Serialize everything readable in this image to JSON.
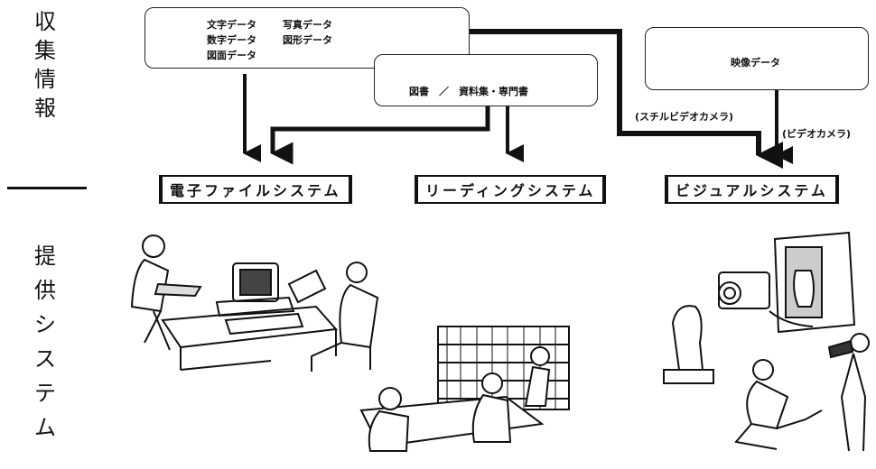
{
  "left_labels": {
    "collect": [
      "収",
      "集",
      "情",
      "報"
    ],
    "provide": [
      "提",
      "供",
      "シ",
      "ス",
      "テ",
      "ム"
    ]
  },
  "data_box": {
    "items": [
      "文字データ",
      "写真データ",
      "数字データ",
      "図形データ",
      "図面データ"
    ]
  },
  "book_box": {
    "label": "図書　／　資料集・専門書"
  },
  "video_box": {
    "label": "映像データ"
  },
  "notes": {
    "still_camera": "(スチルビデオカメラ)",
    "video_camera": "(ビデオカメラ)"
  },
  "systems": {
    "electronic_file": "電子ファイルシステム",
    "reading": "リーディングシステム",
    "visual": "ビジュアルシステム"
  }
}
